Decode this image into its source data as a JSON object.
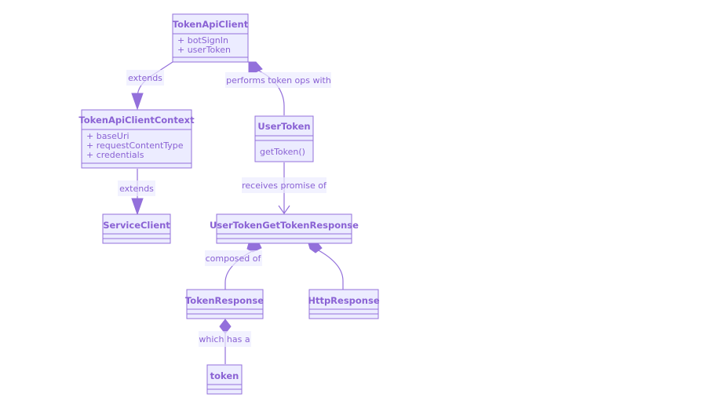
{
  "classes": {
    "token_api_client": {
      "name": "TokenApiClient",
      "members": [
        "+ botSignIn",
        "+ userToken"
      ]
    },
    "token_api_client_context": {
      "name": "TokenApiClientContext",
      "members": [
        "+ baseUri",
        "+ requestContentType",
        "+ credentials"
      ]
    },
    "service_client": {
      "name": "ServiceClient",
      "members": []
    },
    "user_token": {
      "name": "UserToken",
      "members": [],
      "methods": [
        "getToken()"
      ]
    },
    "user_token_get_token_response": {
      "name": "UserTokenGetTokenResponse",
      "members": []
    },
    "token_response": {
      "name": "TokenResponse",
      "members": []
    },
    "http_response": {
      "name": "HttpResponse",
      "members": []
    },
    "token": {
      "name": "token",
      "members": []
    }
  },
  "relations": {
    "extends_1": "extends",
    "performs": "performs token ops with",
    "extends_2": "extends",
    "receives": "receives promise of",
    "composed": "composed of",
    "which_has": "which has a"
  }
}
